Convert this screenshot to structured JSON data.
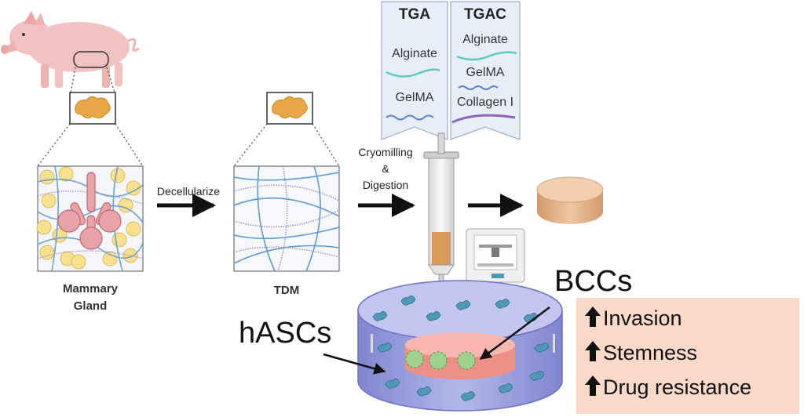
{
  "labels": {
    "mammary_gland": "Mammary\nGland",
    "decellularize": "Decellularize",
    "tdm": "TDM",
    "cryomilling": "Cryomilling\n&\nDigestion",
    "bccs": "BCCs",
    "hascs": "hASCs"
  },
  "banners": [
    {
      "title": "TGA",
      "items": [
        "Alginate",
        "GelMA"
      ]
    },
    {
      "title": "TGAC",
      "items": [
        "Alginate",
        "GelMA",
        "Collagen I"
      ]
    }
  ],
  "results": [
    "Invasion",
    "Stemness",
    "Drug resistance"
  ],
  "colors": {
    "pig": "#f2c2c0",
    "tissue": "#e8a647",
    "fiber_blue": "#5b9bd5",
    "fiber_purple": "#a18ec9",
    "fat_cell": "#f8e08e",
    "duct": "#e8a3a8",
    "banner_fill": "#e8eef8",
    "hydrogel_disk": "#e3b48c",
    "cylinder": "#9ea4df",
    "inner_disk": "#f3a7a0",
    "spheroid": "#9fd28c",
    "hasc_cell": "#4f98b8",
    "results_bg": "#fbd9c9"
  }
}
